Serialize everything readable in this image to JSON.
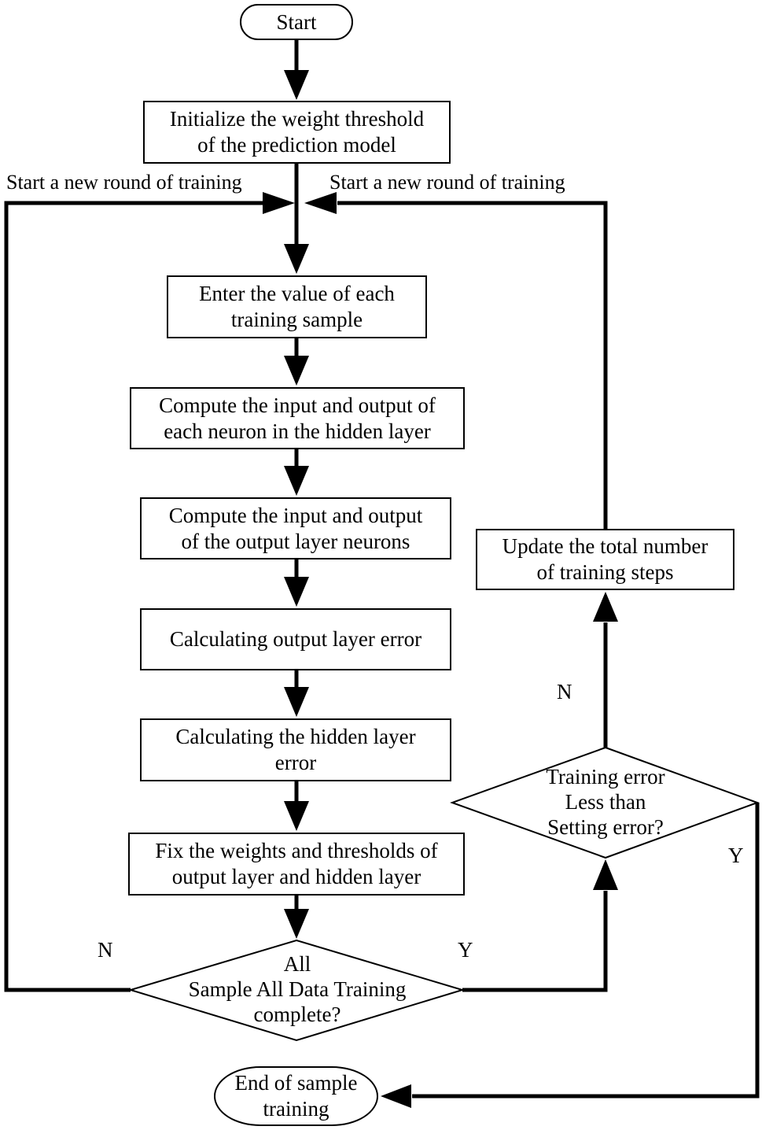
{
  "nodes": {
    "start": {
      "shape": "terminator",
      "label": "Start"
    },
    "initialize": {
      "shape": "process",
      "label": "Initialize the weight threshold\nof the prediction model"
    },
    "enter_sample": {
      "shape": "process",
      "label": "Enter the value of each\ntraining sample"
    },
    "hidden_compute": {
      "shape": "process",
      "label": "Compute the input and output of\neach neuron in the hidden layer"
    },
    "output_compute": {
      "shape": "process",
      "label": "Compute the input and output\nof the output layer neurons"
    },
    "output_error": {
      "shape": "process",
      "label": "Calculating output layer error"
    },
    "hidden_error": {
      "shape": "process",
      "label": "Calculating the hidden layer\nerror"
    },
    "fix_weights": {
      "shape": "process",
      "label": "Fix the weights and thresholds of\noutput layer and hidden layer"
    },
    "sample_complete": {
      "shape": "decision",
      "label": "All\nSample All Data Training\ncomplete?"
    },
    "update_steps": {
      "shape": "process",
      "label": "Update the total number\nof training steps"
    },
    "error_decision": {
      "shape": "decision",
      "label": "Training error\nLess than\nSetting error?"
    },
    "end_training": {
      "shape": "terminator",
      "label": "End of sample\ntraining"
    }
  },
  "edge_labels": {
    "new_round_left": "Start a new round of training",
    "new_round_right": "Start a new round of training",
    "sample_no": "N",
    "sample_yes": "Y",
    "error_no": "N",
    "error_yes": "Y"
  },
  "edges": [
    {
      "from": "start",
      "to": "initialize"
    },
    {
      "from": "initialize",
      "to": "enter_sample"
    },
    {
      "from": "enter_sample",
      "to": "hidden_compute"
    },
    {
      "from": "hidden_compute",
      "to": "output_compute"
    },
    {
      "from": "output_compute",
      "to": "output_error"
    },
    {
      "from": "output_error",
      "to": "hidden_error"
    },
    {
      "from": "hidden_error",
      "to": "fix_weights"
    },
    {
      "from": "fix_weights",
      "to": "sample_complete"
    },
    {
      "from": "sample_complete",
      "to": "enter_sample",
      "branch": "N",
      "label": "Start a new round of training"
    },
    {
      "from": "sample_complete",
      "to": "error_decision",
      "branch": "Y"
    },
    {
      "from": "error_decision",
      "to": "update_steps",
      "branch": "N"
    },
    {
      "from": "update_steps",
      "to": "enter_sample",
      "label": "Start a new round of training"
    },
    {
      "from": "error_decision",
      "to": "end_training",
      "branch": "Y"
    }
  ],
  "colors": {
    "line": "#000000",
    "text": "#000000",
    "background": "#ffffff"
  }
}
